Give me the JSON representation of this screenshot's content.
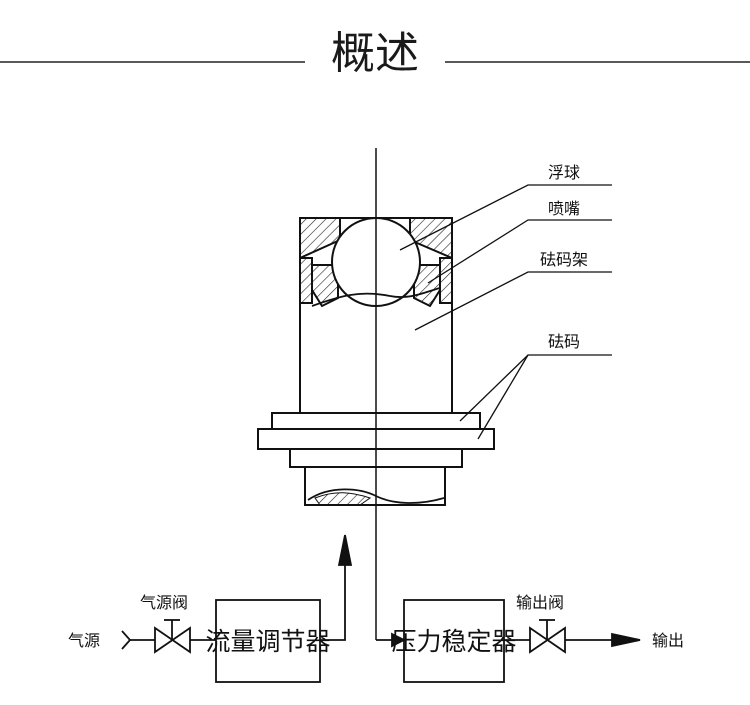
{
  "title": "概述",
  "parts": {
    "float_ball": "浮球",
    "nozzle": "喷嘴",
    "weight_holder": "砝码架",
    "weights": "砝码"
  },
  "flow": {
    "air_source": "气源",
    "air_source_valve": "气源阀",
    "flow_regulator": "流量调节器",
    "pressure_stabilizer": "压力稳定器",
    "output_valve": "输出阀",
    "output": "输出"
  }
}
